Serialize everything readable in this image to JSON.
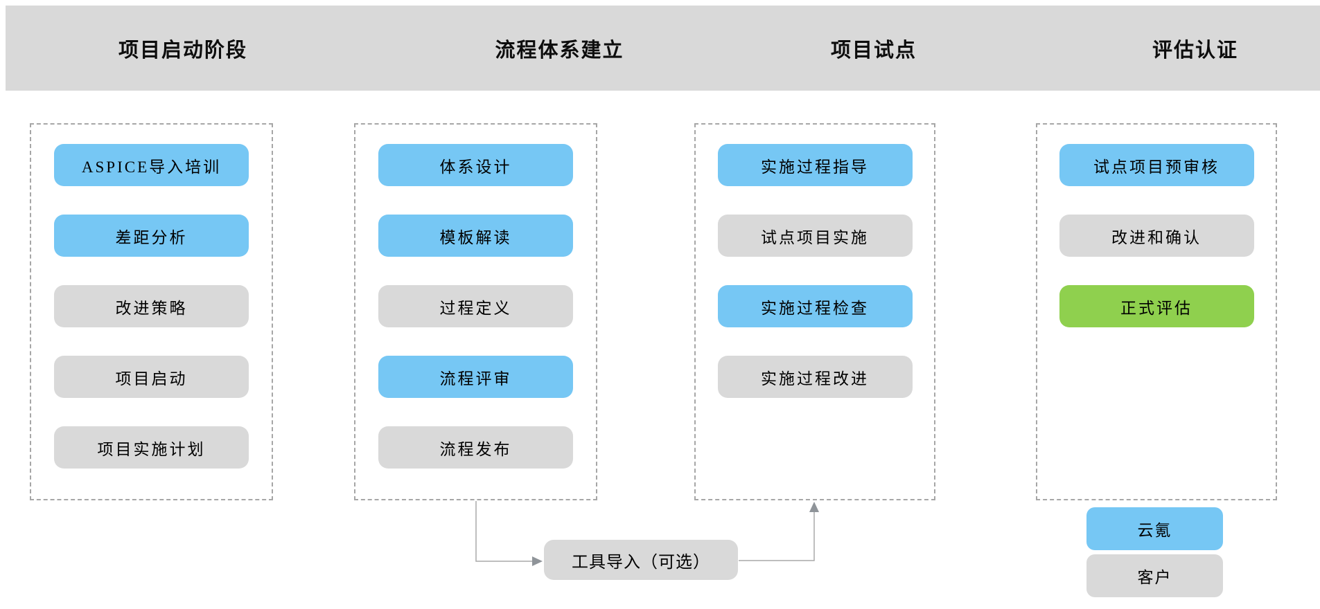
{
  "palette": {
    "chevron": "#d9d9d9",
    "blue": "#76c7f4",
    "gray": "#d9d9d9",
    "green": "#8fd04e",
    "dash": "#a6a6a6",
    "connector": "#a9a9a9",
    "arrowhead": "#8f9499"
  },
  "phases": [
    {
      "title": "项目启动阶段",
      "items": [
        {
          "label": "ASPICE导入培训",
          "color": "blue"
        },
        {
          "label": "差距分析",
          "color": "blue"
        },
        {
          "label": "改进策略",
          "color": "gray"
        },
        {
          "label": "项目启动",
          "color": "gray"
        },
        {
          "label": "项目实施计划",
          "color": "gray"
        }
      ]
    },
    {
      "title": "流程体系建立",
      "items": [
        {
          "label": "体系设计",
          "color": "blue"
        },
        {
          "label": "模板解读",
          "color": "blue"
        },
        {
          "label": "过程定义",
          "color": "gray"
        },
        {
          "label": "流程评审",
          "color": "blue"
        },
        {
          "label": "流程发布",
          "color": "gray"
        }
      ]
    },
    {
      "title": "项目试点",
      "items": [
        {
          "label": "实施过程指导",
          "color": "blue"
        },
        {
          "label": "试点项目实施",
          "color": "gray"
        },
        {
          "label": "实施过程检查",
          "color": "blue"
        },
        {
          "label": "实施过程改进",
          "color": "gray"
        }
      ]
    },
    {
      "title": "评估认证",
      "items": [
        {
          "label": "试点项目预审核",
          "color": "blue"
        },
        {
          "label": "改进和确认",
          "color": "gray"
        },
        {
          "label": "正式评估",
          "color": "green"
        }
      ]
    }
  ],
  "tool_box": {
    "label": "工具导入（可选）"
  },
  "legend": [
    {
      "label": "云氪",
      "color": "blue"
    },
    {
      "label": "客户",
      "color": "gray"
    }
  ]
}
